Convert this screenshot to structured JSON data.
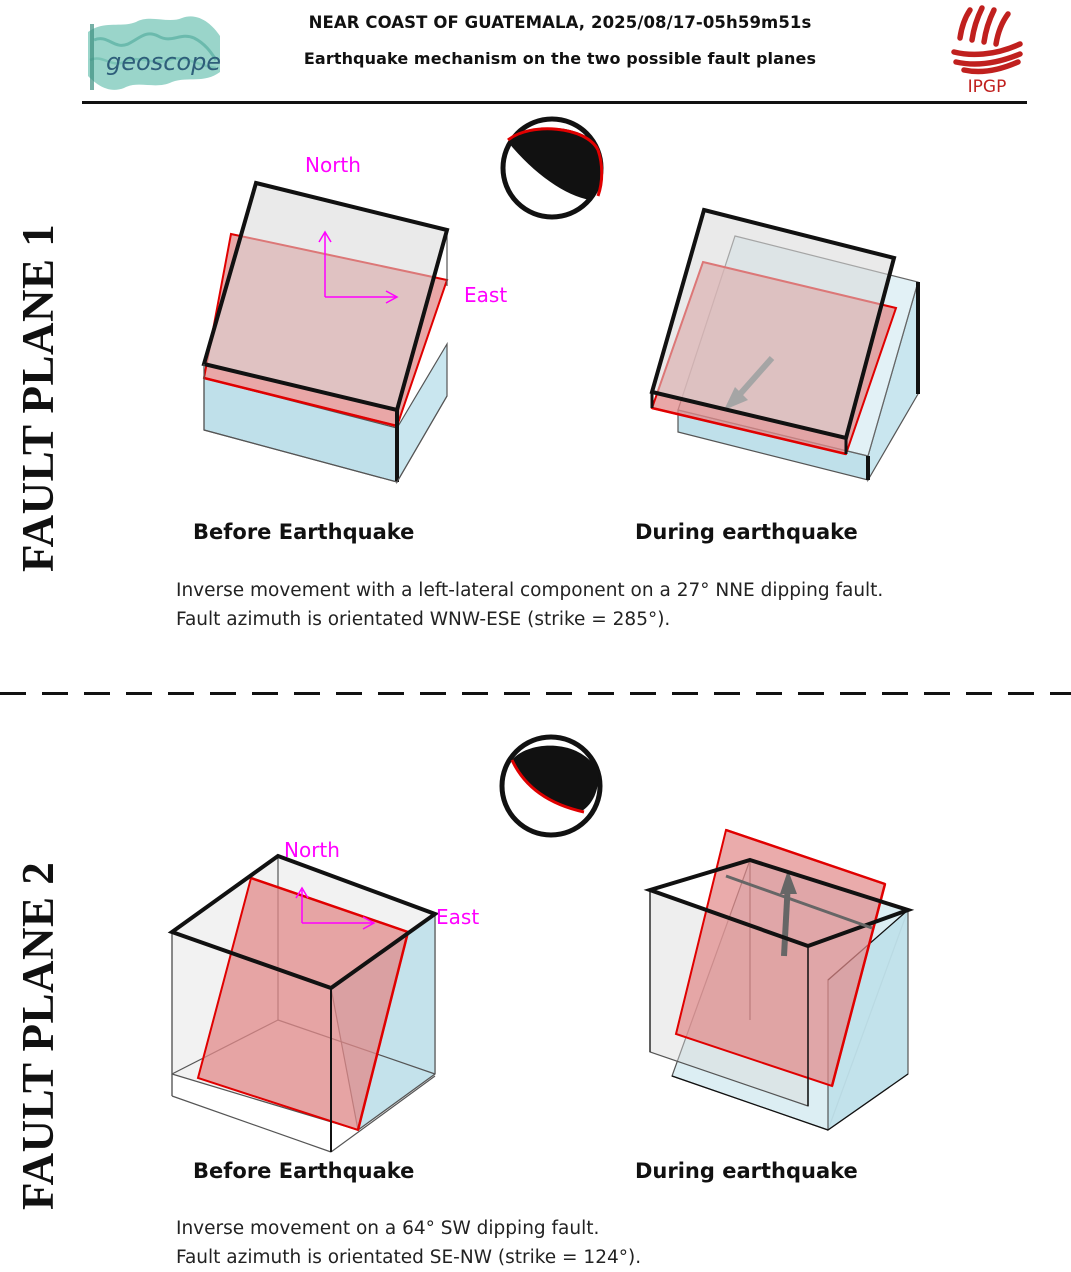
{
  "header": {
    "title": "NEAR COAST OF GUATEMALA, 2025/08/17-05h59m51s",
    "subtitle": "Earthquake mechanism on the two possible fault planes",
    "left_logo_text": "geoscope",
    "right_logo_text": "IPGP"
  },
  "colors": {
    "fault": "#e28a8a",
    "block_top": "#d6d6d6",
    "block_bottom": "#bfe0ea",
    "compass": "#ff00ff",
    "fault_edge": "#e00000"
  },
  "sections": [
    {
      "label": "FAULT PLANE 1",
      "compass": {
        "north": "North",
        "east": "East"
      },
      "before_caption": "Before Earthquake",
      "during_caption": "During earthquake",
      "description_line1": "Inverse movement with a left-lateral component on a 27° NNE dipping fault.",
      "description_line2": "Fault azimuth is orientated WNW-ESE (strike = 285°)."
    },
    {
      "label": "FAULT PLANE 2",
      "compass": {
        "north": "North",
        "east": "East"
      },
      "before_caption": "Before Earthquake",
      "during_caption": "During earthquake",
      "description_line1": "Inverse movement on a 64° SW dipping fault.",
      "description_line2": "Fault azimuth is orientated SE-NW (strike = 124°)."
    }
  ]
}
